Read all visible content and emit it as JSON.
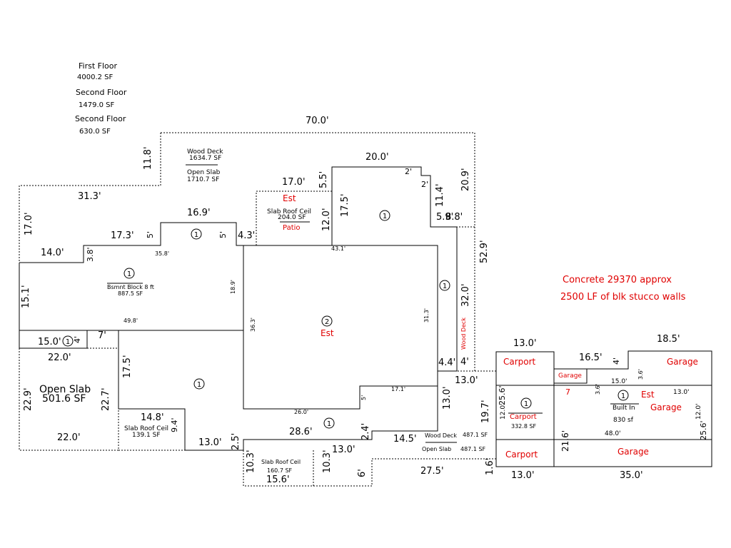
{
  "summary": {
    "first_floor_label": "First Floor",
    "first_floor_area": "4000.2 SF",
    "second_floor_label_a": "Second Floor",
    "second_floor_area_a": "1479.0 SF",
    "second_floor_label_b": "Second Floor",
    "second_floor_area_b": "630.0 SF"
  },
  "notes": {
    "concrete": "Concrete 29370 approx",
    "walls": "2500 LF of blk stucco walls"
  },
  "areas": {
    "wood_deck_label": "Wood Deck",
    "wood_deck_area": "1634.7 SF",
    "open_slab_top_label": "Open Slab",
    "open_slab_top_area": "1710.7 SF",
    "est_top": "Est",
    "slab_roof_ceil_top": "Slab Roof Ceil",
    "slab_roof_ceil_top_area": "204.0 SF",
    "patio": "Patio",
    "basement_label": "Bsmnt Block 8 ft",
    "basement_area": "887.5 SF",
    "est_main": "Est",
    "open_slab_left_label": "Open Slab",
    "open_slab_left_area": "501.6 SF",
    "slab_roof_ceil_left": "Slab Roof Ceil",
    "slab_roof_ceil_left_area": "139.1 SF",
    "slab_roof_ceil_bottom": "Slab Roof Ceil",
    "slab_roof_ceil_bottom_area": "160.7 SF",
    "wood_deck_bottom": "Wood Deck",
    "wood_deck_bottom_area": "487.1 SF",
    "open_slab_bottom": "Open Slab",
    "open_slab_bottom_area": "487.1 SF",
    "wood_deck_vertical": "Wood Deck",
    "carport_top": "Carport",
    "carport_center": "Carport",
    "carport_center_area": "332.8 SF",
    "carport_bottom": "Carport",
    "garage_top_right": "Garage",
    "garage_small": "Garage",
    "garage_num": "7",
    "est_garage": "Est",
    "garage_mid": "Garage",
    "built_in": "Built In",
    "built_in_area": "830 sf",
    "garage_bottom": "Garage"
  },
  "floor_markers": {
    "one": "1",
    "two": "2"
  },
  "dimensions": {
    "d_70_0": "70.0'",
    "d_11_8": "11.8'",
    "d_31_3": "31.3'",
    "d_17_0_left": "17.0'",
    "d_14_0": "14.0'",
    "d_3_8": "3.8'",
    "d_17_3": "17.3'",
    "d_16_9": "16.9'",
    "d_5a": "5'",
    "d_5b": "5'",
    "d_4_3": "4.3'",
    "d_17_0_top": "17.0'",
    "d_5_5": "5.5'",
    "d_12_0_top": "12.0'",
    "d_17_5_top": "17.5'",
    "d_20_0": "20.0'",
    "d_2a": "2'",
    "d_2b": "2'",
    "d_11_4": "11.4'",
    "d_20_9": "20.9'",
    "d_5_9": "5.9'",
    "d_8_8": "8.8'",
    "d_52_9": "52.9'",
    "d_43_1": "43.1'",
    "d_35_8": "35.8'",
    "d_18_9": "18.9'",
    "d_15_1": "15.1'",
    "d_49_8": "49.8'",
    "d_36_3": "36.3'",
    "d_31_3_inner": "31.3'",
    "d_32_0": "32.0'",
    "d_15_0_left": "15.0'",
    "d_4_small": "4'",
    "d_7": "7'",
    "d_22_0_top": "22.0'",
    "d_22_9": "22.9'",
    "d_22_7": "22.7'",
    "d_22_0_bottom": "22.0'",
    "d_17_5_left": "17.5'",
    "d_14_8": "14.8'",
    "d_9_4": "9.4'",
    "d_13_0_bottom_left": "13.0'",
    "d_2_5": "2.5'",
    "d_28_6": "28.6'",
    "d_26_0": "26.0'",
    "d_5_small": "5'",
    "d_17_1": "17.1'",
    "d_13_0_right": "13.0'",
    "d_4_4": "4.4'",
    "d_4_deck": "4'",
    "d_13_0_step": "13.0'",
    "d_2_4": "2.4'",
    "d_14_5": "14.5'",
    "d_10_3_a": "10.3'",
    "d_15_6": "15.6'",
    "d_10_3_b": "10.3'",
    "d_13_0_slab": "13.0'",
    "d_6": "6'",
    "d_27_5": "27.5'",
    "d_1_6": "1.6'",
    "d_19_7": "19.7'",
    "d_13_0_carport_top": "13.0'",
    "d_18_5": "18.5'",
    "d_16_5": "16.5'",
    "d_4_garage": "4'",
    "d_3_6_a": "3.6'",
    "d_15_0_garage": "15.0'",
    "d_3_6_b": "3.6'",
    "d_13_0_garage": "13.0'",
    "d_25_6_left": "25.6'",
    "d_12_0_carport": "12.0'",
    "d_12_0_garage": "12.0'",
    "d_48_0": "48.0'",
    "d_25_6_right": "25.6'",
    "d_21_6": "21.6'",
    "d_13_0_carport_bottom": "13.0'",
    "d_35_0": "35.0'"
  },
  "colors": {
    "line": "#000000",
    "text": "#000000",
    "red": "#e00000",
    "background": "#ffffff"
  }
}
